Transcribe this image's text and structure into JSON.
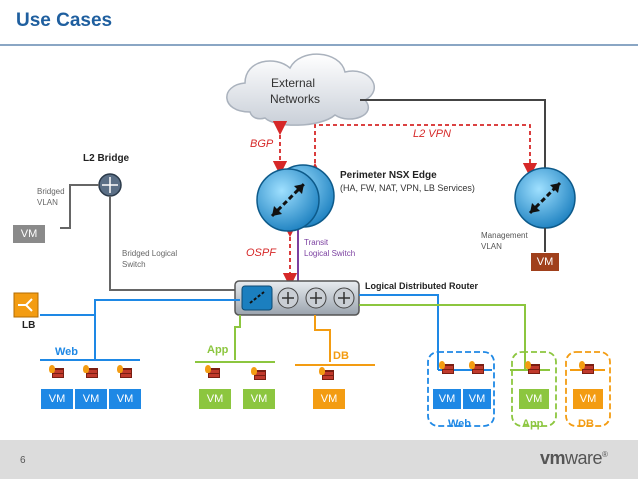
{
  "title": "Use Cases",
  "page_number": "6",
  "logo": {
    "text": "vmware",
    "trademark": "®"
  },
  "cloud": {
    "line1": "External",
    "line2": "Networks"
  },
  "labels": {
    "bgp": "BGP",
    "l2vpn": "L2 VPN",
    "ospf": "OSPF",
    "l2bridge": "L2 Bridge",
    "bridged_vlan_1": "Bridged",
    "bridged_vlan_2": "VLAN",
    "bridged_ls_1": "Bridged Logical",
    "bridged_ls_2": "Switch",
    "edge_title": "Perimeter NSX Edge",
    "edge_sub": "(HA, FW, NAT, VPN, LB Services)",
    "transit_1": "Transit",
    "transit_2": "Logical Switch",
    "mgmt_1": "Management",
    "mgmt_2": "VLAN",
    "ldr": "Logical Distributed Router",
    "lb": "LB",
    "web_left": "Web",
    "app_mid": "App",
    "db_mid": "DB",
    "web_right": "Web",
    "app_right": "App",
    "db_right": "DB",
    "vm": "VM"
  },
  "colors": {
    "title": "#1f5f9f",
    "vm_blue": "#1e88e5",
    "vm_green": "#8cc63f",
    "vm_orange": "#f39c12",
    "vm_gray": "#8a8a8a",
    "vm_brown": "#a0401c",
    "red_dashed": "#d62828",
    "purple": "#7b3fa0"
  }
}
